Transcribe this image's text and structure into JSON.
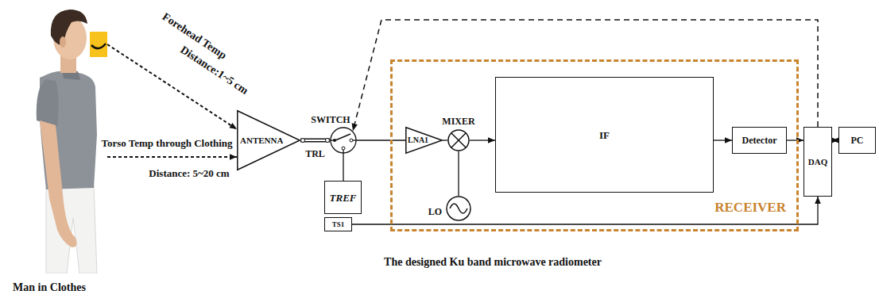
{
  "diagram": {
    "nodes": [
      {
        "text": [
          "Man in Clothes"
        ]
      },
      {
        "text": [
          "ANTENNA"
        ]
      },
      {
        "text": [
          "SWITCH"
        ]
      },
      {
        "text": [
          "TREF"
        ]
      },
      {
        "text": [
          "TS1"
        ]
      },
      {
        "text": [
          "RECEIVER"
        ]
      },
      {
        "text": [
          "LNA1"
        ],
        "in": 5
      },
      {
        "text": [
          "MIXER"
        ],
        "in": 5
      },
      {
        "text": [
          "LO"
        ],
        "in": 5
      },
      {
        "text": [
          "IF"
        ],
        "in": 5
      },
      {
        "text": [
          "Detector"
        ],
        "in": 5
      },
      {
        "text": [
          "DAQ"
        ]
      },
      {
        "text": [
          "PC"
        ]
      }
    ],
    "edges": [
      {
        "from": 0,
        "to": 1,
        "arrow": "to"
      },
      {
        "from": 0,
        "to": 1,
        "arrow": "to"
      },
      {
        "from": 1,
        "to": 2,
        "label": "TRL",
        "arrow": "none"
      },
      {
        "from": 2,
        "to": 3,
        "arrow": "none"
      },
      {
        "from": 2,
        "to": 6,
        "arrow": "none"
      },
      {
        "from": 6,
        "to": 7,
        "arrow": "none"
      },
      {
        "from": 8,
        "to": 7,
        "arrow": "none"
      },
      {
        "from": 7,
        "to": 9,
        "arrow": "to"
      },
      {
        "from": 9,
        "to": 10,
        "arrow": "to"
      },
      {
        "from": 10,
        "to": 11,
        "arrow": "to"
      },
      {
        "from": 11,
        "to": 12,
        "arrow": "both"
      },
      {
        "from": 11,
        "to": 2,
        "arrow": "to"
      },
      {
        "from": 4,
        "to": 11,
        "arrow": "to"
      }
    ],
    "labels": [
      "Forehead Temp",
      "Distance:1~5 cm",
      "Torso Temp through Clothing",
      "Distance: 5~20 cm",
      "The designed Ku band microwave radiometer"
    ]
  }
}
